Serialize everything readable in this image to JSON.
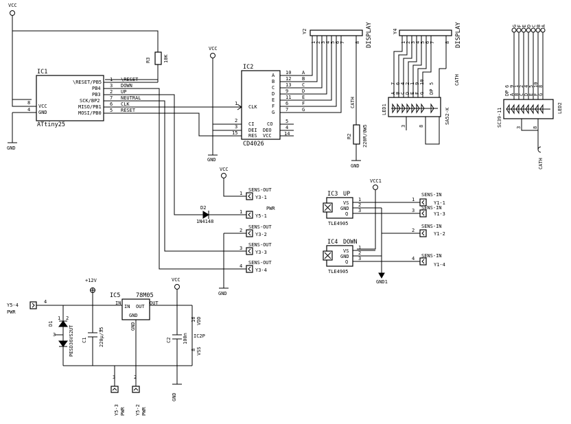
{
  "net": {
    "vcc": "VCC",
    "gnd": "GND",
    "vcc1": "VCC1",
    "gnd1": "GND1",
    "plus12v": "+12V",
    "cath": "CATH"
  },
  "ic1": {
    "ref": "IC1",
    "part": "ATtiny25",
    "pins_left": [
      {
        "num": "8",
        "name": "VCC"
      },
      {
        "num": "4",
        "name": "GND"
      }
    ],
    "pins_right": [
      {
        "num": "1",
        "name": "\\RESET/PB5",
        "net": "\\RESET"
      },
      {
        "num": "3",
        "name": "PB4",
        "net": "DOWN"
      },
      {
        "num": "2",
        "name": "PB3",
        "net": "UP"
      },
      {
        "num": "7",
        "name": "SCK/BP2",
        "net": "NEUTRAL"
      },
      {
        "num": "6",
        "name": "MISO/PB1",
        "net": "CLK"
      },
      {
        "num": "5",
        "name": "MOSI/PB0",
        "net": "RESET"
      }
    ]
  },
  "r3": {
    "ref": "R3",
    "value": "10K"
  },
  "ic2": {
    "ref": "IC2",
    "part": "CD4026",
    "pins_left": [
      {
        "num": "1",
        "name": "CLK"
      },
      {
        "num": "2",
        "name": "CI"
      },
      {
        "num": "3",
        "name": "DEI"
      },
      {
        "num": "15",
        "name": "RES"
      }
    ],
    "pins_right": [
      {
        "num": "10",
        "name": "A",
        "net": "A"
      },
      {
        "num": "12",
        "name": "B",
        "net": "B"
      },
      {
        "num": "13",
        "name": "C",
        "net": "C"
      },
      {
        "num": "9",
        "name": "D",
        "net": "D"
      },
      {
        "num": "11",
        "name": "E",
        "net": "E"
      },
      {
        "num": "6",
        "name": "F",
        "net": "F"
      },
      {
        "num": "7",
        "name": "G",
        "net": "G"
      }
    ],
    "pins_right_low": [
      {
        "num": "5",
        "name": "CO"
      },
      {
        "num": "4",
        "name": "DEO"
      },
      {
        "num": "14",
        "name": "VCC"
      }
    ]
  },
  "y2": {
    "ref": "Y2",
    "label": "DISPLAY",
    "pins": [
      "1",
      "2",
      "3",
      "4",
      "5",
      "6",
      "7",
      "8"
    ]
  },
  "r2": {
    "ref": "R2",
    "value": "220R/0W5"
  },
  "y4": {
    "ref": "Y4",
    "label": "DISPLAY",
    "pins": [
      "1",
      "2",
      "3",
      "4",
      "5",
      "6",
      "7",
      "8"
    ]
  },
  "led1": {
    "ref": "LED1",
    "part": "SA52-K",
    "segments": [
      "A",
      "B",
      "C",
      "D",
      "E",
      "F",
      "G",
      "DP"
    ],
    "pins": [
      "7",
      "6",
      "4",
      "2",
      "1",
      "9",
      "10",
      "5"
    ],
    "cathode_pins": [
      "3",
      "8"
    ],
    "cath_net": "CATH"
  },
  "led2": {
    "ref": "LED2",
    "part": "SC39-11",
    "segments": [
      "DP",
      "A",
      "B",
      "C",
      "D",
      "E",
      "F",
      "G"
    ],
    "pins": [
      "6",
      "9",
      "1",
      "2",
      "4",
      "5",
      "10",
      "8"
    ],
    "cathode_pins": [
      "3",
      "8"
    ],
    "top_labels": [
      "G",
      "F",
      "E",
      "D",
      "C",
      "B",
      "A"
    ]
  },
  "sens_out": [
    {
      "label": "SENS-OUT",
      "ref": "Y3-1",
      "pin": "1"
    },
    {
      "label": "PWR",
      "ref": "Y5-1",
      "pin": "1"
    },
    {
      "label": "SENS-OUT",
      "ref": "Y3-2",
      "pin": "2"
    },
    {
      "label": "SENS-OUT",
      "ref": "Y3-3",
      "pin": "3"
    },
    {
      "label": "SENS-OUT",
      "ref": "Y3-4",
      "pin": "4"
    }
  ],
  "d2": {
    "ref": "D2",
    "part": "1N4148"
  },
  "ic3": {
    "ref": "IC3",
    "tag": "UP",
    "part": "TLE4905",
    "pins": [
      {
        "num": "1",
        "name": "VS"
      },
      {
        "num": "2",
        "name": "GND"
      },
      {
        "num": "3",
        "name": "Q"
      }
    ]
  },
  "ic4": {
    "ref": "IC4",
    "tag": "DOWN",
    "part": "TLE4905",
    "pins": [
      {
        "num": "1",
        "name": "VS"
      },
      {
        "num": "2",
        "name": "GND"
      },
      {
        "num": "3",
        "name": "Q"
      }
    ]
  },
  "sens_in": [
    {
      "label": "SENS-IN",
      "ref": "Y1-1",
      "pin": "1"
    },
    {
      "label": "SENS-IN",
      "ref": "Y1-3",
      "pin": "3"
    },
    {
      "label": "SENS-IN",
      "ref": "Y1-2",
      "pin": "2"
    },
    {
      "label": "SENS-IN",
      "ref": "Y1-4",
      "pin": "4"
    }
  ],
  "power": {
    "y5_4": {
      "ref": "Y5-4",
      "label": "PWR",
      "pin": "4"
    },
    "y5_3": {
      "ref": "Y5-3",
      "label": "PWR",
      "pin": "3"
    },
    "y5_2": {
      "ref": "Y5-2",
      "label": "PWR",
      "pin": "2"
    },
    "d1": {
      "ref": "D1",
      "part": "PESD36VS2UT",
      "pins": [
        "1",
        "2",
        "3"
      ]
    },
    "c1": {
      "ref": "C1",
      "value": "220µ/35"
    },
    "ic5": {
      "ref": "IC5",
      "part": "78M05",
      "in": "IN",
      "out": "OUT",
      "gnd": "GND"
    },
    "c2": {
      "ref": "C2",
      "value": "100n"
    },
    "ic2p": {
      "ref": "IC2P",
      "vdd": "VDD",
      "vss": "VSS",
      "pin_top": "16",
      "pin_bot": "8"
    }
  }
}
